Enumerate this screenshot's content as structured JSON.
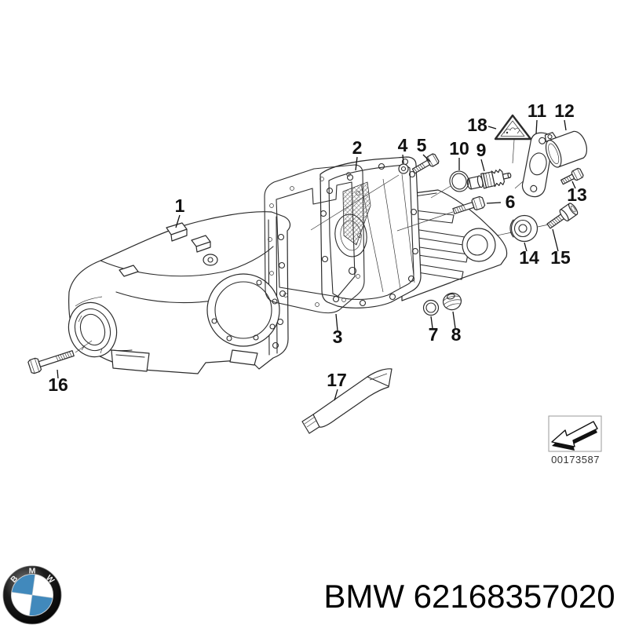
{
  "diagram": {
    "callouts": [
      {
        "label": "1"
      },
      {
        "label": "2"
      },
      {
        "label": "3"
      },
      {
        "label": "4"
      },
      {
        "label": "5"
      },
      {
        "label": "6"
      },
      {
        "label": "7"
      },
      {
        "label": "8"
      },
      {
        "label": "9"
      },
      {
        "label": "10"
      },
      {
        "label": "11"
      },
      {
        "label": "12"
      },
      {
        "label": "13"
      },
      {
        "label": "14"
      },
      {
        "label": "15"
      },
      {
        "label": "16"
      },
      {
        "label": "17"
      },
      {
        "label": "18"
      }
    ],
    "warning_icon": "warning-triangle-icon"
  },
  "stamp": {
    "icon": "corner-arrow-icon",
    "number": "00173587"
  },
  "footer": {
    "text": "BMW 62168357020"
  },
  "logo": {
    "letters": "BMW",
    "quadrant_blue": "#4189bc",
    "ring_color": "#111111"
  },
  "colors": {
    "background": "#ffffff",
    "line": "#2b2b2b",
    "stamp_border": "#999999"
  }
}
